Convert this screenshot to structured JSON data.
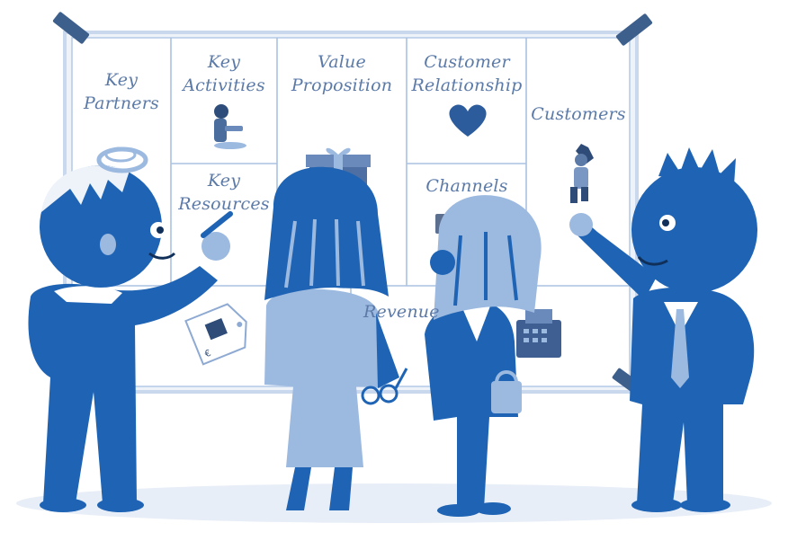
{
  "canvas": {
    "blocks": {
      "key_partners": [
        "Key",
        "Partners"
      ],
      "key_activities": [
        "Key",
        "Activities"
      ],
      "key_resources": [
        "Key",
        "Resources"
      ],
      "value_proposition": [
        "Value",
        "Proposition"
      ],
      "customer_relationship": [
        "Customer",
        "Relationship"
      ],
      "channels": [
        "Channels"
      ],
      "customers": [
        "Customers"
      ],
      "revenue": [
        "Revenue"
      ]
    }
  },
  "colors": {
    "brand_blue": "#1f64b4",
    "light_blue": "#9cb9e0",
    "board_line": "#a9c2e2",
    "board_frame": "#d5e1f1",
    "text_blue": "#5b7aa8",
    "heart": "#2d5c9c",
    "tape": "#3d5f8c"
  },
  "icons": [
    "pin-tape-icon",
    "heart-icon",
    "gift-box-icon",
    "worker-icon",
    "customer-figure-icon",
    "cash-register-icon",
    "price-tag-icon",
    "glasses-icon",
    "handbag-icon",
    "halo-icon",
    "marker-pen-icon"
  ]
}
